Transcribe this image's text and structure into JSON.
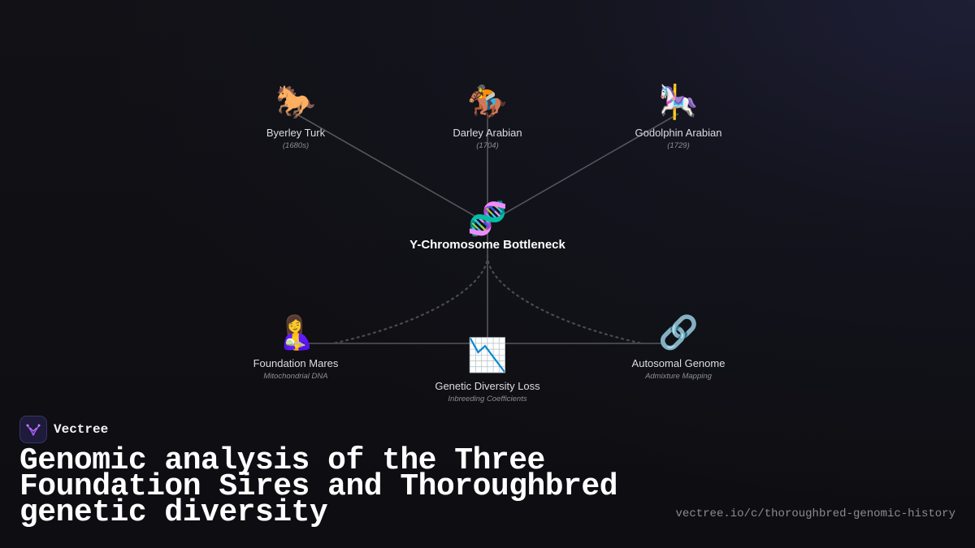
{
  "diagram": {
    "nodes": [
      {
        "id": "byerley",
        "glyph": "🐎",
        "icon": "horse-icon",
        "label": "Byerley Turk",
        "sub": "(1680s)"
      },
      {
        "id": "darley",
        "glyph": "🏇",
        "icon": "horse-racing-icon",
        "label": "Darley Arabian",
        "sub": "(1704)"
      },
      {
        "id": "godolphin",
        "glyph": "🎠",
        "icon": "carousel-horse-icon",
        "label": "Godolphin Arabian",
        "sub": "(1729)"
      },
      {
        "id": "center",
        "glyph": "🧬",
        "icon": "dna-icon",
        "label": "Y-Chromosome Bottleneck",
        "sub": ""
      },
      {
        "id": "mares",
        "glyph": "🤱",
        "icon": "breastfeeding-icon",
        "label": "Foundation Mares",
        "sub": "Mitochondrial DNA"
      },
      {
        "id": "diversity",
        "glyph": "📉",
        "icon": "chart-decreasing-icon",
        "label": "Genetic Diversity Loss",
        "sub": "Inbreeding Coefficients"
      },
      {
        "id": "autosomal",
        "glyph": "🔗",
        "icon": "link-icon",
        "label": "Autosomal Genome",
        "sub": "Admixture Mapping"
      }
    ],
    "edges": [
      {
        "from": "byerley",
        "to": "center",
        "style": "solid"
      },
      {
        "from": "darley",
        "to": "center",
        "style": "solid"
      },
      {
        "from": "godolphin",
        "to": "center",
        "style": "solid"
      },
      {
        "from": "center",
        "to": "diversity",
        "style": "solid"
      },
      {
        "from": "mares",
        "to": "diversity",
        "style": "solid"
      },
      {
        "from": "autosomal",
        "to": "diversity",
        "style": "solid"
      },
      {
        "from": "center",
        "to": "mares",
        "style": "dotted"
      },
      {
        "from": "center",
        "to": "autosomal",
        "style": "dotted"
      }
    ]
  },
  "brand": {
    "name": "Vectree"
  },
  "title": "Genomic analysis of the Three Foundation Sires and Thoroughbred genetic diversity",
  "url": "vectree.io/c/thoroughbred-genomic-history",
  "colors": {
    "edge": "#55555c",
    "dotted_edge": "#4a4a52",
    "accent": "#a855f7"
  }
}
